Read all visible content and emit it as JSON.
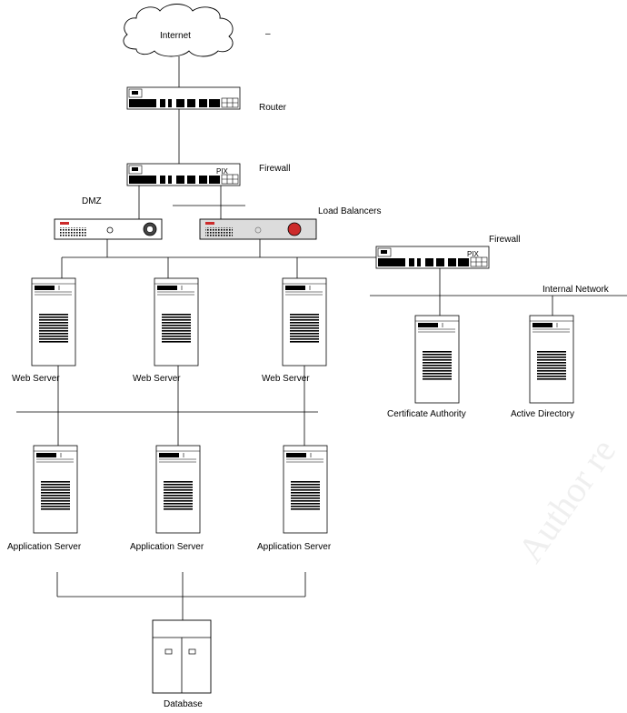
{
  "labels": {
    "internet": "Internet",
    "dash": "–",
    "router": "Router",
    "firewall_top": "Firewall",
    "dmz": "DMZ",
    "load_balancers": "Load Balancers",
    "firewall_internal": "Firewall",
    "internal_network": "Internal Network",
    "web_server_1": "Web Server",
    "web_server_2": "Web Server",
    "web_server_3": "Web Server",
    "cert_authority": "Certificate Authority",
    "active_directory": "Active Directory",
    "app_server_1": "Application Server",
    "app_server_2": "Application Server",
    "app_server_3": "Application Server",
    "database": "Database",
    "pix_top": "PIX",
    "pix_internal": "PIX",
    "watermark": "Author re"
  },
  "colors": {
    "line": "#000000",
    "device_fill": "#ffffff",
    "lb_light": "#dcdcdc",
    "accent_red": "#cc2a2a",
    "watermark": "#efefef"
  }
}
